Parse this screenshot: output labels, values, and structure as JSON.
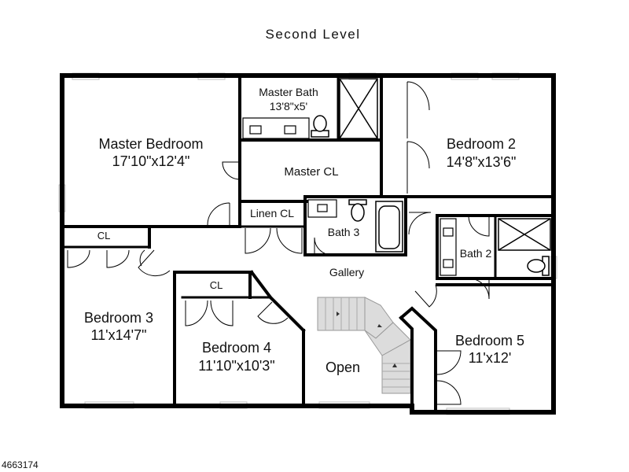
{
  "plan": {
    "title": "Second Level",
    "listing_id": "4663174",
    "rooms": {
      "master_bedroom": {
        "name": "Master Bedroom",
        "size": "17'10\"x12'4\""
      },
      "master_bath": {
        "name": "Master Bath",
        "size": "13'8\"x5'"
      },
      "master_cl": {
        "name": "Master CL"
      },
      "bedroom2": {
        "name": "Bedroom 2",
        "size": "14'8\"x13'6\""
      },
      "linen_cl": {
        "name": "Linen CL"
      },
      "bath3": {
        "name": "Bath 3"
      },
      "bath2": {
        "name": "Bath 2"
      },
      "cl_left": {
        "name": "CL"
      },
      "gallery": {
        "name": "Gallery"
      },
      "cl_b4": {
        "name": "CL"
      },
      "bedroom3": {
        "name": "Bedroom 3",
        "size": "11'x14'7\""
      },
      "bedroom4": {
        "name": "Bedroom 4",
        "size": "11'10\"x10'3\""
      },
      "open": {
        "name": "Open"
      },
      "bedroom5": {
        "name": "Bedroom 5",
        "size": "11'x12'"
      }
    }
  }
}
